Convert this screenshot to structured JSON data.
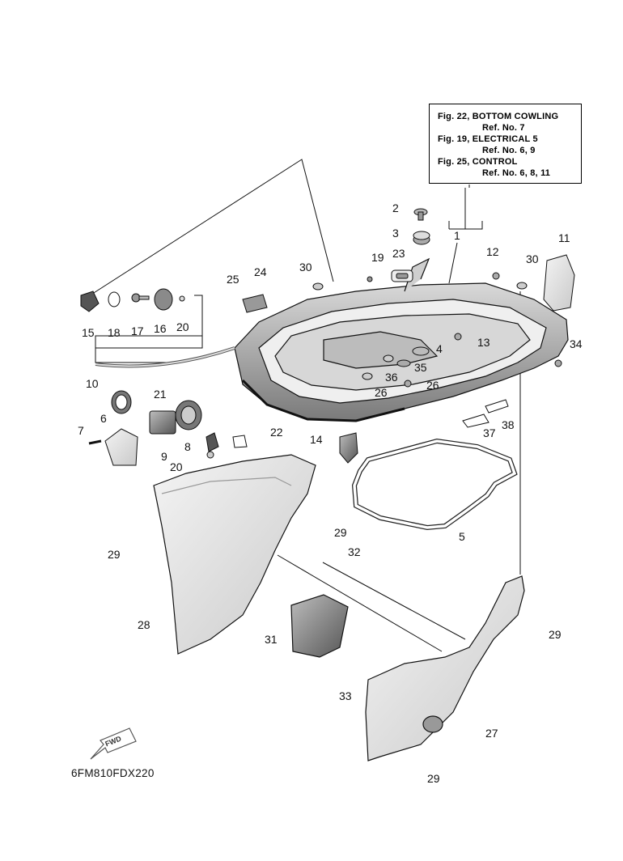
{
  "reference_box": {
    "lines": [
      "Fig. 22, BOTTOM COWLING",
      "Ref. No. 7",
      "Fig. 19, ELECTRICAL 5",
      "Ref. No. 6, 9",
      "Fig. 25, CONTROL",
      "Ref. No. 6, 8, 11"
    ]
  },
  "callouts": [
    "1",
    "2",
    "3",
    "4",
    "5",
    "6",
    "7",
    "8",
    "9",
    "10",
    "11",
    "12",
    "13",
    "14",
    "15",
    "16",
    "17",
    "18",
    "19",
    "20",
    "20",
    "21",
    "22",
    "23",
    "24",
    "25",
    "26",
    "26",
    "27",
    "28",
    "29",
    "29",
    "29",
    "29",
    "30",
    "30",
    "31",
    "32",
    "33",
    "34",
    "35",
    "36",
    "37",
    "38"
  ],
  "fwd_label": "FWD",
  "diagram_code": "6FM810FDX220",
  "colors": {
    "line": "#111111",
    "part_fill": "#e6e6e6",
    "part_dark": "#9a9a9a"
  }
}
